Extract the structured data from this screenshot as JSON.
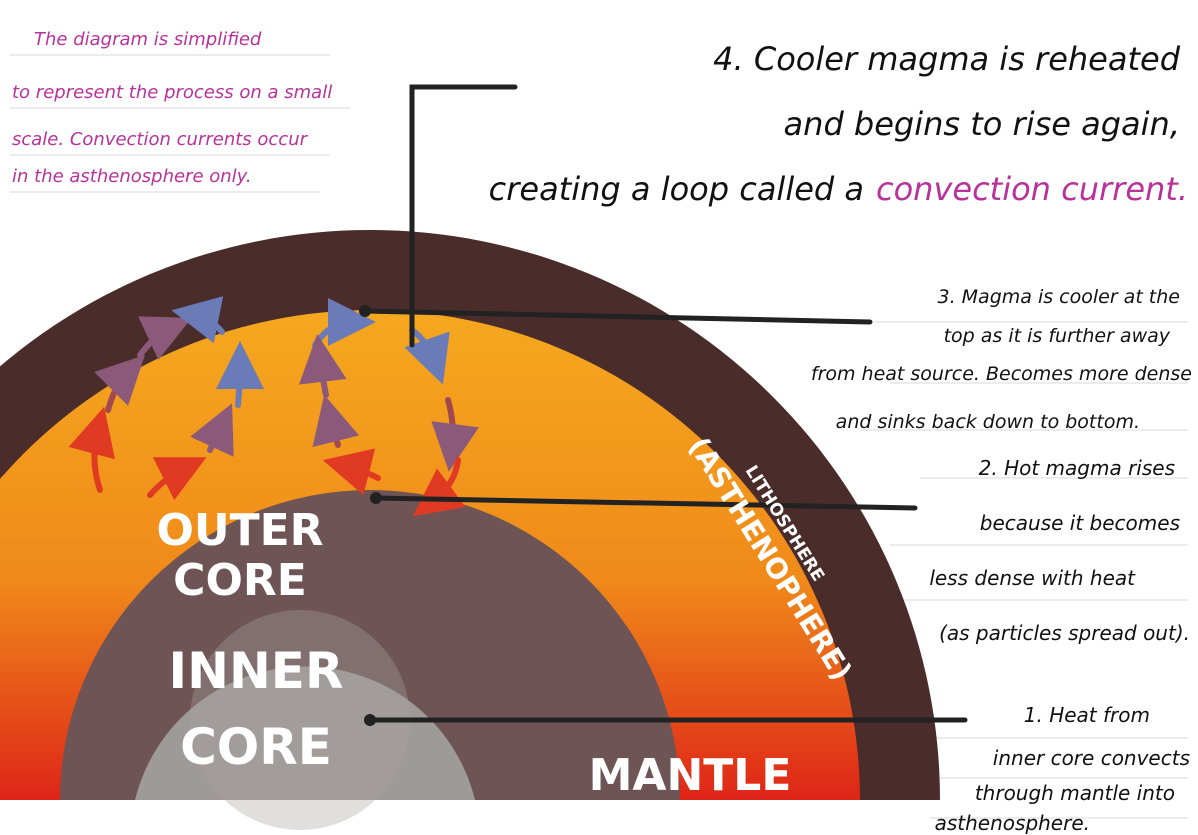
{
  "note": {
    "lines": [
      "The diagram is simplified",
      "to represent the process on a small",
      "scale. Convection currents occur",
      "in the asthenosphere only."
    ],
    "color": "#b8329a"
  },
  "steps": {
    "step4": {
      "line1": "4. Cooler magma is reheated",
      "line2": "and begins to rise again,",
      "line3_prefix": "creating a loop called a",
      "line3_highlight": "convection current."
    },
    "step3": {
      "line1": "3. Magma is cooler at the",
      "line2": "top as it is further away",
      "line3": "from heat source. Becomes more dense",
      "line4": "and sinks back down to bottom."
    },
    "step2": {
      "line1": "2. Hot magma rises",
      "line2": "because it becomes",
      "line3": "less dense with heat",
      "line4": "(as particles spread out)."
    },
    "step1": {
      "line1": "1. Heat from",
      "line2": "inner core convects",
      "line3": "through mantle into",
      "line4": "asthenosphere."
    }
  },
  "layers": {
    "outer_core": [
      "OUTER",
      "CORE"
    ],
    "inner_core": [
      "INNER",
      "CORE"
    ],
    "mantle": "MANTLE",
    "lithosphere": "LITHOSPHERE",
    "asthenosphere": "(ASTHENOPHERE)"
  },
  "colors": {
    "crust": "#4a2c2a",
    "mantle_top": "#f2a21d",
    "mantle_bottom": "#e0231a",
    "outer_core": "#6e5455",
    "inner_core": "#9e9a97",
    "highlight": "#b8329a",
    "arrow_hot": "#e03a23",
    "arrow_mid": "#8b5a7a",
    "arrow_cool": "#6b7bb8"
  }
}
